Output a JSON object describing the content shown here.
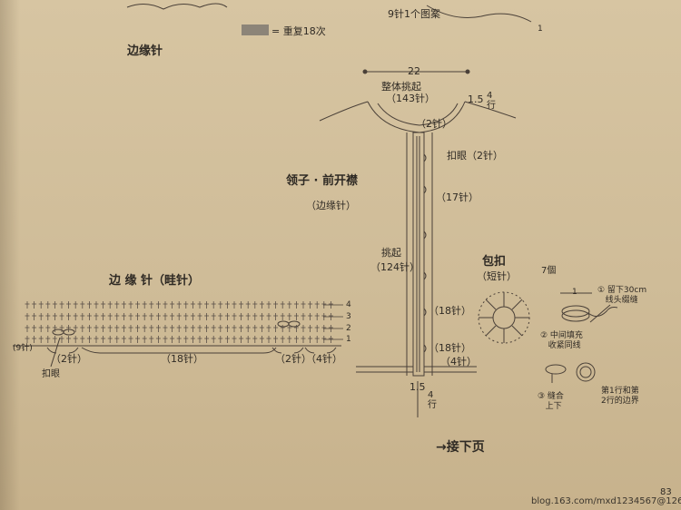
{
  "top": {
    "edge_label": "边缘针",
    "motif_label": "9针1个图案",
    "repeat_label": "= 重复18次",
    "top_mark": "1"
  },
  "collar": {
    "width": "22",
    "pick_label": "整体挑起",
    "pick_count": "（143针）",
    "side_15": "1.5",
    "side_rows": "4\n行",
    "hook_2": "（2针）",
    "buttonhole": "扣眼（2针）",
    "st17": "（17针）",
    "title": "领子 · 前开襟",
    "subtitle": "（边缘针）",
    "left_pick": "挑起",
    "left_pick_count": "（124针）",
    "st18a": "（18针）",
    "st18b": "（18针）",
    "st4": "（4针）",
    "bottom_15": "1.5",
    "bottom_rows": "4\n行"
  },
  "border": {
    "title": "边 缘 针（畦针）",
    "rows": [
      "4",
      "3",
      "2",
      "1"
    ],
    "left_side": "(9针)",
    "labels": [
      "（2针）",
      "（18针）",
      "（2针）",
      "（4针）"
    ],
    "buttonhole": "扣眼"
  },
  "button": {
    "title": "包扣",
    "subtitle": "（短针）",
    "count": "7個",
    "width": "1",
    "step1": "① 留下30cm\n   线头缀缝",
    "step2": "② 中间填充\n   收紧同线",
    "step3": "③ 缝合\n   上下",
    "edge_note": "第1行和第\n2行的边界"
  },
  "footer": {
    "next": "→接下页",
    "page": "83",
    "watermark": "blog.163.com/mxd1234567@126"
  }
}
